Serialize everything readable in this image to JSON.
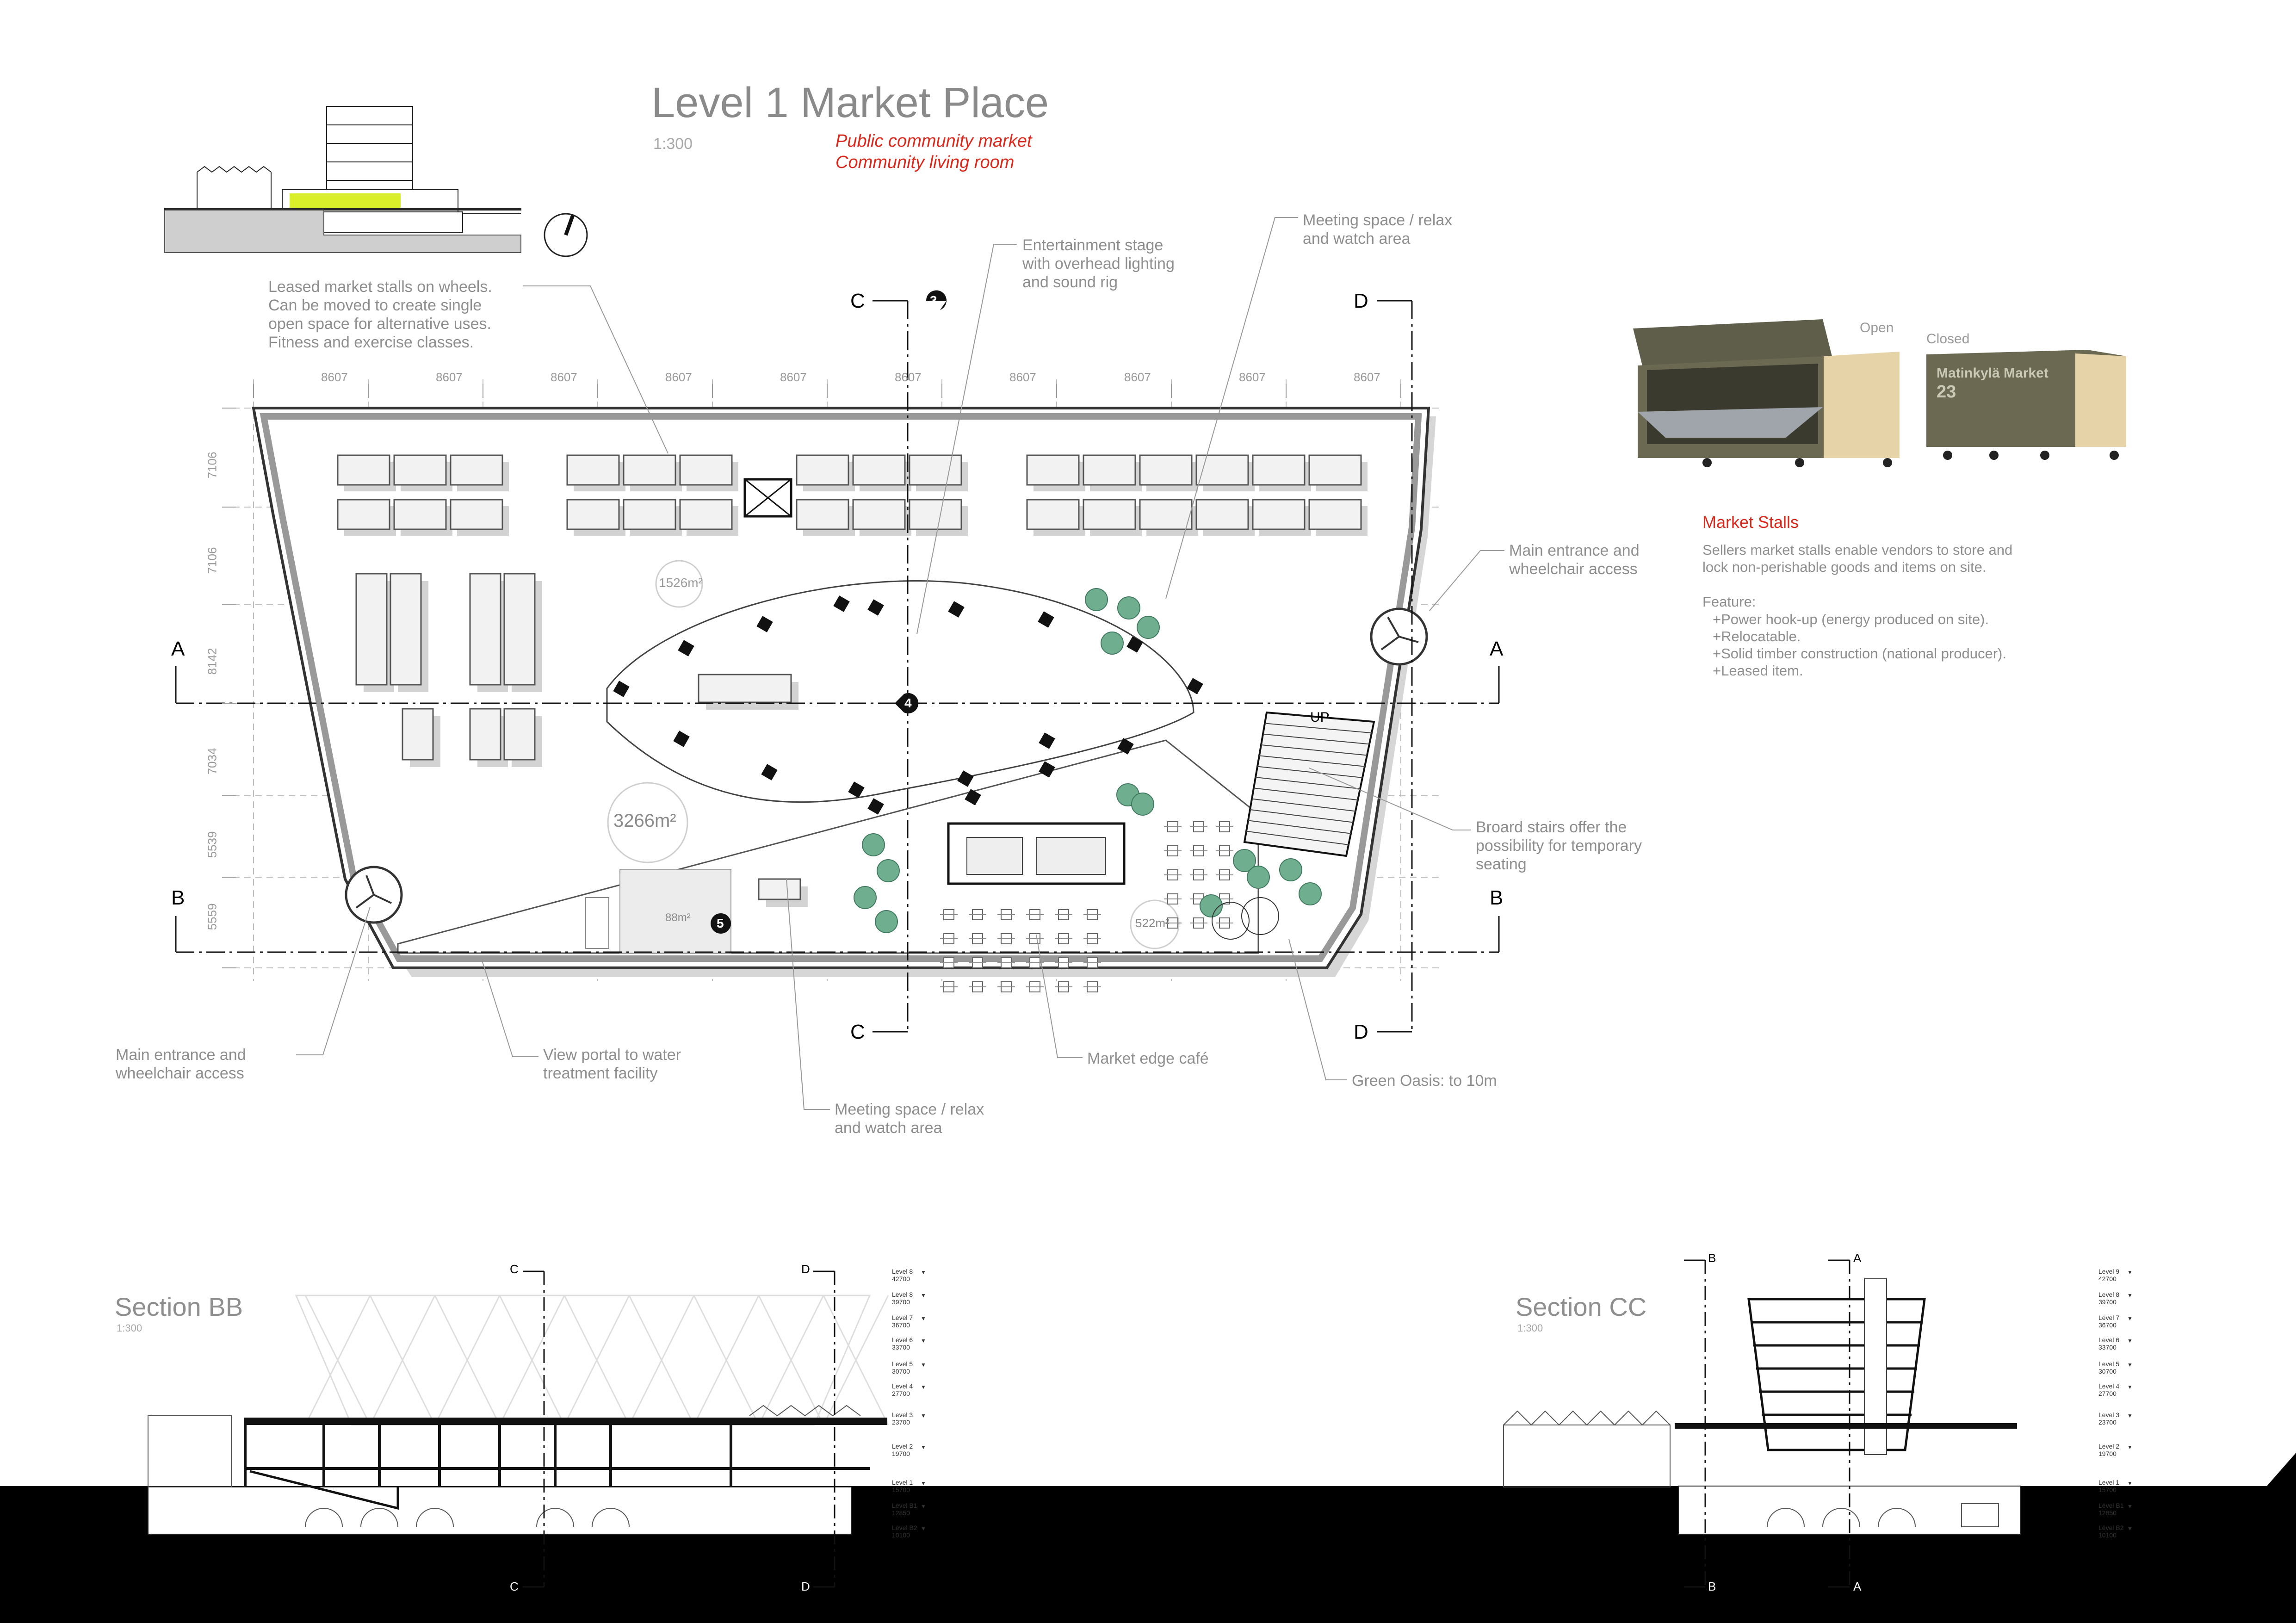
{
  "header": {
    "title": "Level 1  Market Place",
    "scale": "1:300",
    "subtitle_lines": [
      "Public community market",
      "Community living room"
    ]
  },
  "annotations": {
    "leased_stalls": [
      "Leased market stalls on wheels.",
      "Can be moved to create single",
      "open space for alternative uses.",
      "Fitness and exercise classes."
    ],
    "stage": [
      "Entertainment stage",
      "with overhead lighting",
      "and sound rig"
    ],
    "meeting_top": [
      "Meeting space / relax",
      "and watch area"
    ],
    "entrance_right": [
      "Main entrance and",
      "wheelchair access"
    ],
    "stairs": [
      "Broard stairs offer the",
      "possibility for temporary",
      "seating"
    ],
    "entrance_left": [
      "Main entrance and",
      "wheelchair access"
    ],
    "view_portal": [
      "View portal to water",
      "treatment facility"
    ],
    "meeting_bottom": [
      "Meeting space / relax",
      "and watch area"
    ],
    "cafe": [
      "Market edge café"
    ],
    "oasis": [
      "Green Oasis: to 10m"
    ]
  },
  "plan": {
    "column_dims": [
      "8607",
      "8607",
      "8607",
      "8607",
      "8607",
      "8607",
      "8607",
      "8607",
      "8607",
      "8607"
    ],
    "row_dims": [
      "7106",
      "7106",
      "8142",
      "7034",
      "5539",
      "5559"
    ],
    "area_labels": [
      "1526m²",
      "3266m²",
      "88m²",
      "522m²"
    ],
    "section_markers": [
      "A",
      "A",
      "B",
      "B",
      "C",
      "C",
      "D",
      "D"
    ],
    "callout_numbers": [
      "3",
      "4",
      "5"
    ],
    "stairs_label": "UP"
  },
  "stall": {
    "open_label": "Open",
    "closed_label": "Closed",
    "stall_sign": "Matinkylä Market",
    "stall_number": "23",
    "heading": "Market Stalls",
    "description": [
      "Sellers market stalls enable vendors to store and",
      "lock non-perishable goods and items on site."
    ],
    "feature_heading": "Feature:",
    "features": [
      "+Power hook-up (energy produced on site).",
      "+Relocatable.",
      "+Solid timber construction (national producer).",
      "+Leased item."
    ]
  },
  "sections": {
    "bb": {
      "title": "Section BB",
      "scale": "1:300",
      "markers": [
        "C",
        "D",
        "C",
        "D"
      ],
      "levels": [
        {
          "name": "Level 8",
          "value": "42700"
        },
        {
          "name": "Level 8",
          "value": "39700"
        },
        {
          "name": "Level 7",
          "value": "36700"
        },
        {
          "name": "Level 6",
          "value": "33700"
        },
        {
          "name": "Level 5",
          "value": "30700"
        },
        {
          "name": "Level 4",
          "value": "27700"
        },
        {
          "name": "Level 3",
          "value": "23700"
        },
        {
          "name": "Level 2",
          "value": "19700"
        },
        {
          "name": "Level 1",
          "value": "15700"
        },
        {
          "name": "Level B1",
          "value": "12850"
        },
        {
          "name": "Level B2",
          "value": "10100"
        }
      ]
    },
    "cc": {
      "title": "Section CC",
      "scale": "1:300",
      "markers": [
        "B",
        "A",
        "B",
        "A"
      ],
      "levels": [
        {
          "name": "Level 9",
          "value": "42700"
        },
        {
          "name": "Level 8",
          "value": "39700"
        },
        {
          "name": "Level 7",
          "value": "36700"
        },
        {
          "name": "Level 6",
          "value": "33700"
        },
        {
          "name": "Level 5",
          "value": "30700"
        },
        {
          "name": "Level 4",
          "value": "27700"
        },
        {
          "name": "Level 3",
          "value": "23700"
        },
        {
          "name": "Level 2",
          "value": "19700"
        },
        {
          "name": "Level 1",
          "value": "15700"
        },
        {
          "name": "Level B1",
          "value": "12850"
        },
        {
          "name": "Level B2",
          "value": "10100"
        }
      ]
    }
  },
  "colors": {
    "accent_red": "#d9291c",
    "highlight_green": "#d8ef2a",
    "tree_green": "#6fae8e",
    "stall_box": "#6b6952",
    "stall_timber": "#e6d3a8"
  }
}
